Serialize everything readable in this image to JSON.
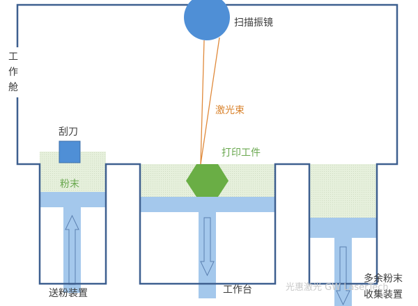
{
  "diagram": {
    "labels": {
      "chamber": [
        "工",
        "作",
        "舱"
      ],
      "scanner": "扫描振镜",
      "laser": "激光束",
      "scraper": "刮刀",
      "workpiece": "打印工件",
      "powder": "粉末",
      "feeder": "送粉装置",
      "platform": "工作台",
      "collector_line1": "多余粉末",
      "collector_line2": "收集装置"
    },
    "watermark": "光惠激光 GW LaserTech",
    "colors": {
      "frame": "#3d5f8f",
      "plate": "#a4c8ec",
      "powder": "#e3eed8",
      "scanner": "#4f8fd6",
      "laser": "#e0893a",
      "workpiece": "#6aae45"
    }
  }
}
